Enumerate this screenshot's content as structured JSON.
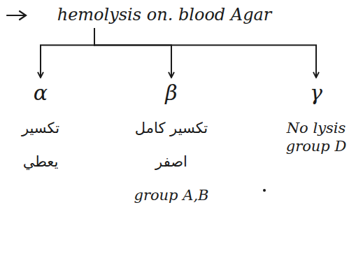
{
  "diagram": {
    "nodes": [
      {
        "text": [
          "hemolysis on. blood Agar"
        ]
      },
      {
        "text": [
          "α",
          "تكسير",
          "يعطي"
        ]
      },
      {
        "text": [
          "β",
          "تكسير كامل",
          "اصفر",
          "group A,B"
        ]
      },
      {
        "text": [
          "γ",
          "No lysis",
          "group D"
        ]
      }
    ],
    "edges": [
      {
        "from": 0,
        "to": 1,
        "arrow": "to"
      },
      {
        "from": 0,
        "to": 2,
        "arrow": "to"
      },
      {
        "from": 0,
        "to": 3,
        "arrow": "to"
      }
    ]
  }
}
